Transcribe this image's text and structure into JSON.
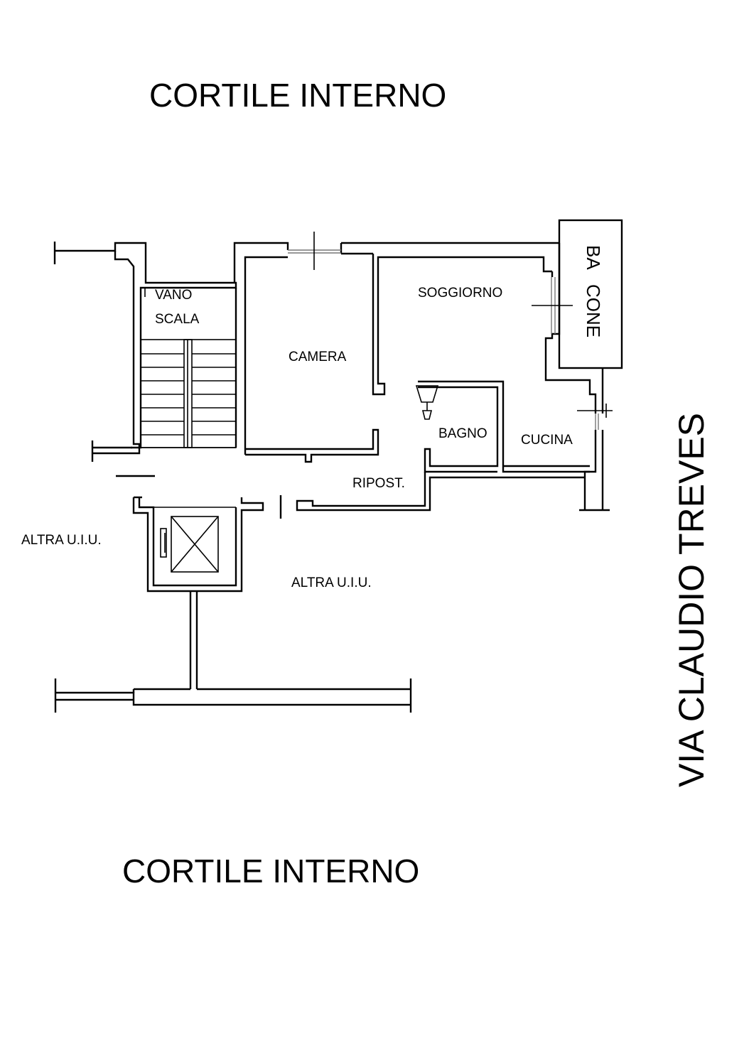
{
  "courtyard_top": "CORTILE INTERNO",
  "courtyard_bottom": "CORTILE INTERNO",
  "street": "VIA CLAUDIO TREVES",
  "rooms": {
    "vano": "VANO",
    "scala": "SCALA",
    "camera": "CAMERA",
    "soggiorno": "SOGGIORNO",
    "bagno": "BAGNO",
    "cucina": "CUCINA",
    "ripost": "RIPOST.",
    "altra_left": "ALTRA U.I.U.",
    "altra_center": "ALTRA U.I.U."
  },
  "balcony": {
    "line1": "BA",
    "line2": "CONE"
  }
}
